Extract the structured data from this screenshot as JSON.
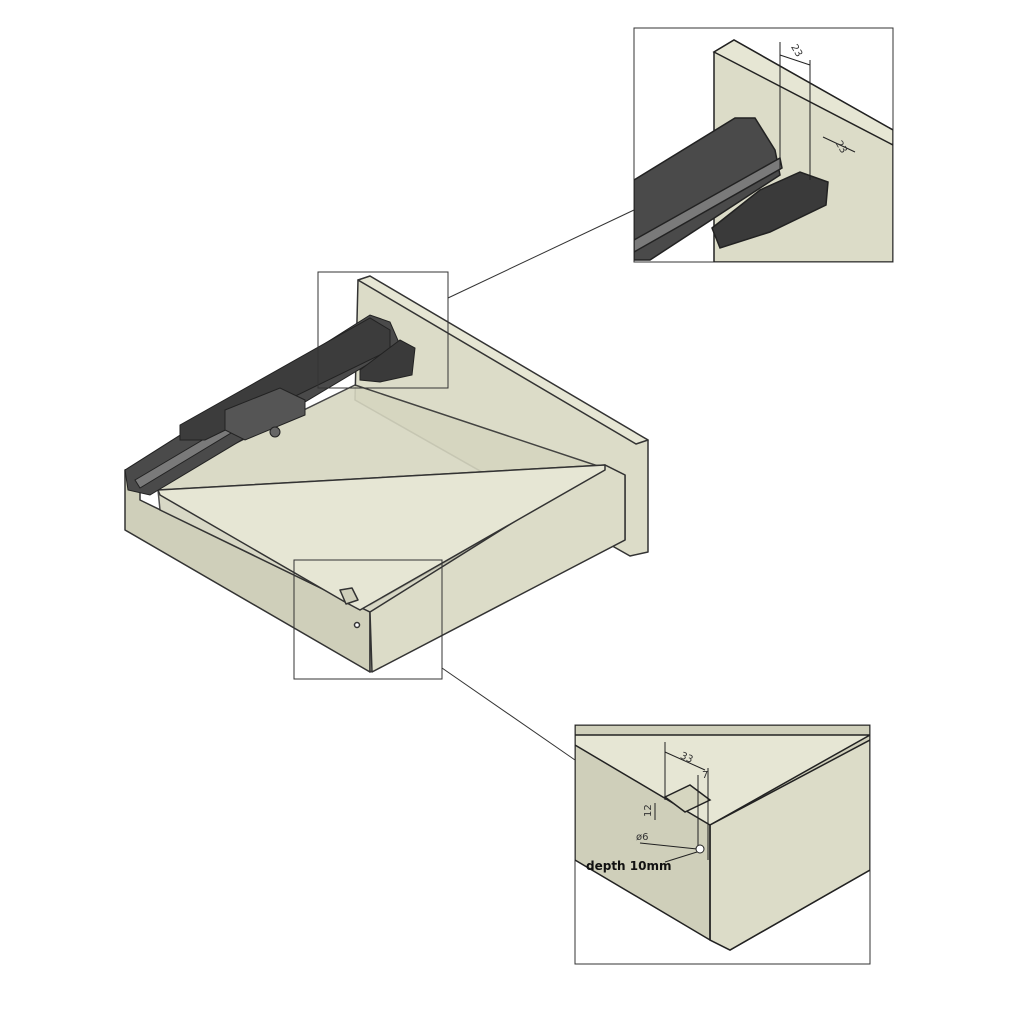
{
  "colors": {
    "panel": "#dcdcc8",
    "panel_dark": "#c9c9b4",
    "panel_light": "#e6e6d4",
    "runner": "#4a4a4a",
    "line": "#333333"
  },
  "detail_top": {
    "dim_a": "23",
    "dim_b": "23"
  },
  "detail_bottom": {
    "dim_width": "33",
    "dim_offset": "7",
    "dim_height": "12",
    "hole": "ø6",
    "depth_note": "depth 10mm"
  }
}
